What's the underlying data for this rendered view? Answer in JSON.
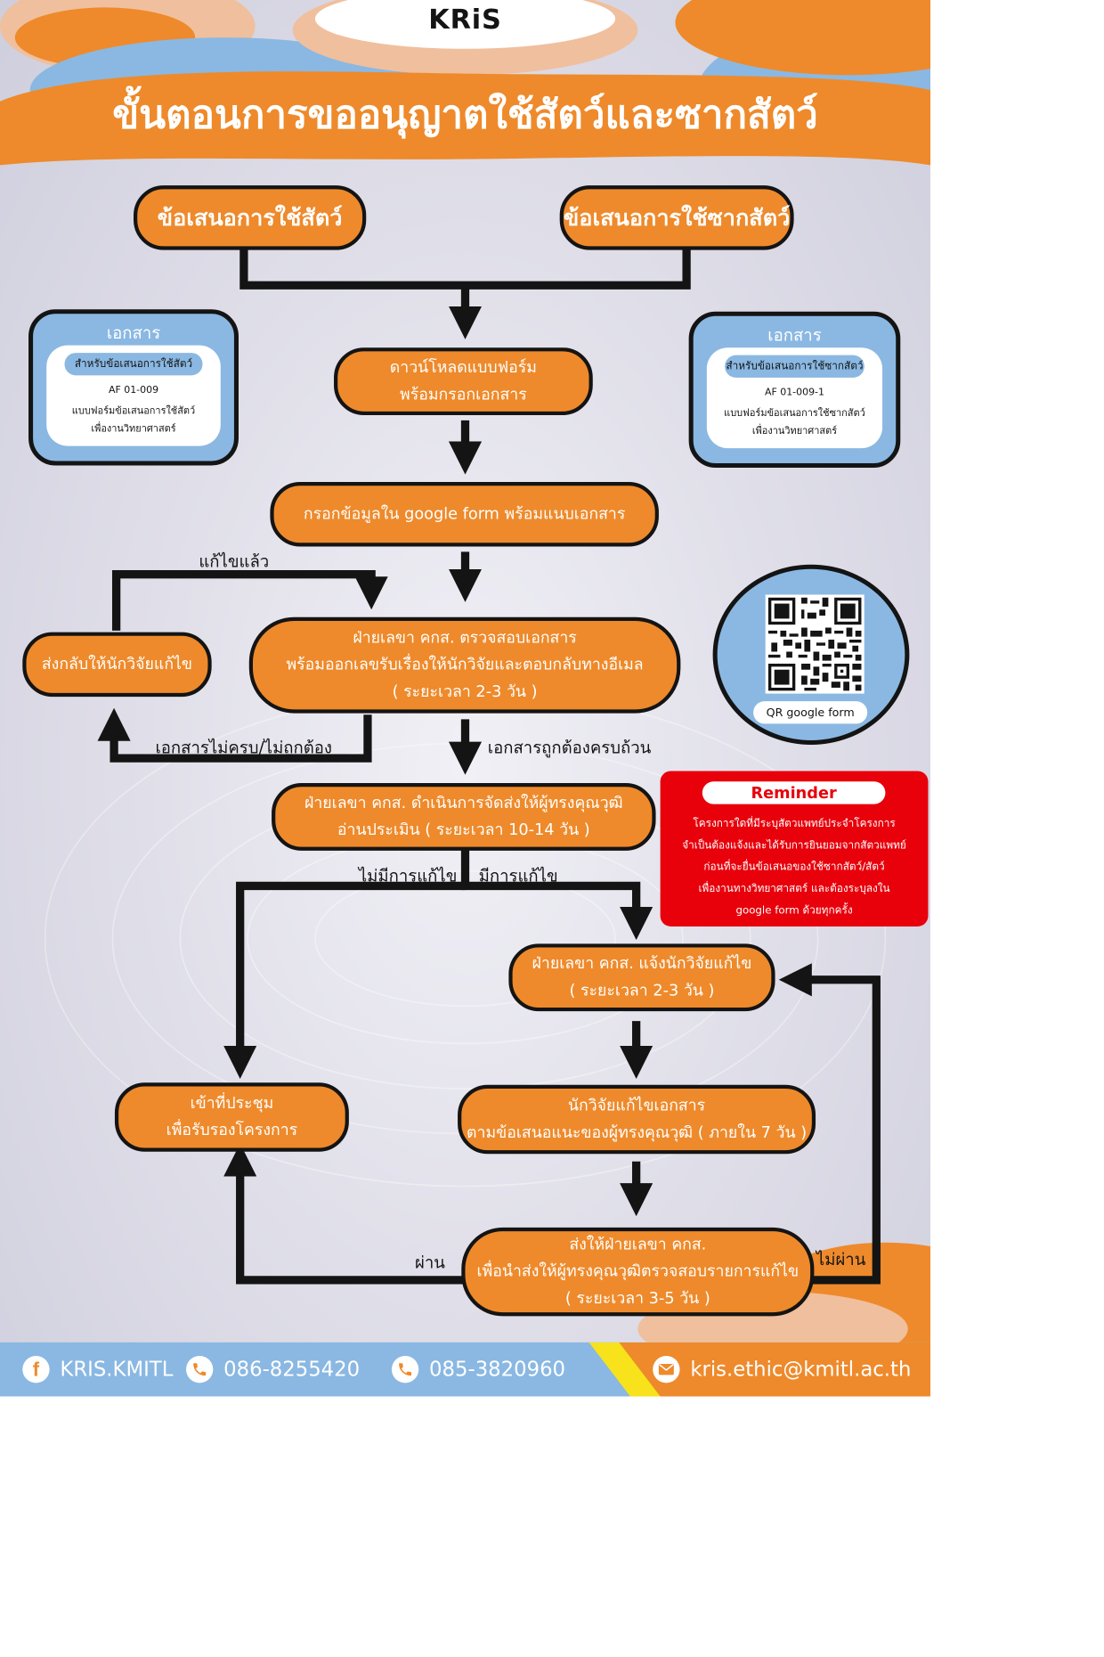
{
  "brand": {
    "logo_text": "KRiS"
  },
  "title": "ขั้นตอนการขออนุญาตใช้สัตว์และซากสัตว์",
  "proposals": {
    "animal": "ข้อเสนอการใช้สัตว์",
    "carcass": "ข้อเสนอการใช้ซากสัตว์"
  },
  "documents": {
    "left": {
      "heading": "เอกสาร",
      "pill": "สำหรับข้อเสนอการใช้สัตว์",
      "code": "AF 01-009",
      "line1": "แบบฟอร์มข้อเสนอการใช้สัตว์",
      "line2": "เพื่องานวิทยาศาสตร์"
    },
    "right": {
      "heading": "เอกสาร",
      "pill": "สำหรับข้อเสนอการใช้ซากสัตว์",
      "code": "AF 01-009-1",
      "line1": "แบบฟอร์มข้อเสนอการใช้ซากสัตว์",
      "line2": "เพื่องานวิทยาศาสตร์"
    }
  },
  "steps": {
    "download": [
      "ดาวน์โหลดแบบฟอร์ม",
      "พร้อมกรอกเอกสาร"
    ],
    "google_form": [
      "กรอกข้อมูลใน google form พร้อมแนบเอกสาร"
    ],
    "check": [
      "ฝ่ายเลขา คกส. ตรวจสอบเอกสาร",
      "พร้อมออกเลขรับเรื่องให้นักวิจัยและตอบกลับทางอีเมล",
      "( ระยะเวลา 2-3 วัน )"
    ],
    "return": [
      "ส่งกลับให้นักวิจัยแก้ไข"
    ],
    "send_expert": [
      "ฝ่ายเลขา คกส. ดำเนินการจัดส่งให้ผู้ทรงคุณวุฒิ",
      "อ่านประเมิน ( ระยะเวลา 10-14 วัน )"
    ],
    "notify": [
      "ฝ่ายเลขา คกส. แจ้งนักวิจัยแก้ไข",
      "( ระยะเวลา 2-3 วัน )"
    ],
    "meeting": [
      "เข้าที่ประชุม",
      "เพื่อรับรองโครงการ"
    ],
    "revise": [
      "นักวิจัยแก้ไขเอกสาร",
      "ตามข้อเสนอแนะของผู้ทรงคุณวุฒิ ( ภายใน 7 วัน )"
    ],
    "resubmit": [
      "ส่งให้ฝ่ายเลขา คกส.",
      "เพื่อนำส่งให้ผู้ทรงคุณวุฒิตรวจสอบรายการแก้ไข",
      "( ระยะเวลา 3-5 วัน )"
    ]
  },
  "labels": {
    "fixed": "แก้ไขแล้ว",
    "incomplete": "เอกสารไม่ครบ/ไม่ถูกต้อง",
    "complete": "เอกสารถูกต้องครบถ้วน",
    "no_revision": "ไม่มีการแก้ไข",
    "has_revision": "มีการแก้ไข",
    "pass": "ผ่าน",
    "fail": "ไม่ผ่าน"
  },
  "qr": {
    "caption": "QR google form"
  },
  "reminder": {
    "title": "Reminder",
    "lines": [
      "โครงการใดที่มีระบุสัตวแพทย์ประจำโครงการ",
      "จำเป็นต้องแจ้งและได้รับการยินยอมจากสัตวแพทย์",
      "ก่อนที่จะยื่นข้อเสนอของใช้ซากสัตว์/สัตว์",
      "เพื่องานทางวิทยาศาสตร์ และต้องระบุลงใน",
      "google form ด้วยทุกครั้ง"
    ]
  },
  "footer": {
    "facebook": "KRIS.KMITL",
    "phone1": "086-8255420",
    "phone2": "085-3820960",
    "email": "kris.ethic@kmitl.ac.th"
  },
  "colors": {
    "orange": "#ee8a2b",
    "light_orange": "#f0bf9d",
    "blue": "#8ab8e2",
    "red": "#e8000b",
    "yellow": "#f7e21c",
    "ink": "#141414"
  },
  "icons": [
    "facebook-icon",
    "phone-icon",
    "mail-icon",
    "qr-code-icon"
  ]
}
